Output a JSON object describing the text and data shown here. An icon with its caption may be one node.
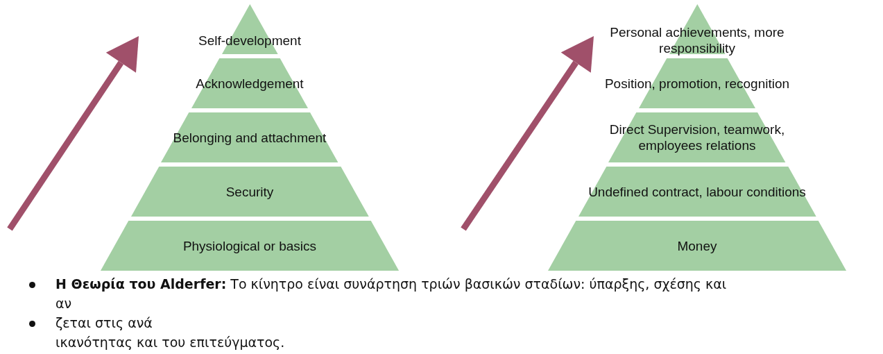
{
  "diagram": {
    "nodes": [
      {
        "text": [
          "Self-development"
        ]
      },
      {
        "text": [
          "Acknowledgement"
        ]
      },
      {
        "text": [
          "Belonging and attachment"
        ]
      },
      {
        "text": [
          "Security"
        ]
      },
      {
        "text": [
          "Physiological or basics"
        ]
      },
      {
        "text": [
          "Personal achievements, more responsibility"
        ]
      },
      {
        "text": [
          "Position, promotion, recognition"
        ]
      },
      {
        "text": [
          "Direct Supervision, teamwork, employees relations"
        ]
      },
      {
        "text": [
          "Undefined contract, labour conditions"
        ]
      },
      {
        "text": [
          "Money"
        ]
      }
    ],
    "labels": [
      "**Η Θεωρία του Alderfer:** Το κίνητρο είναι συνάρτηση τριών βασικών σταδίων: ύπαρξης, σχέσης και",
      "αν",
      "ζεται στις ανά",
      "ικανότητας και του επιτεύγματος."
    ]
  }
}
